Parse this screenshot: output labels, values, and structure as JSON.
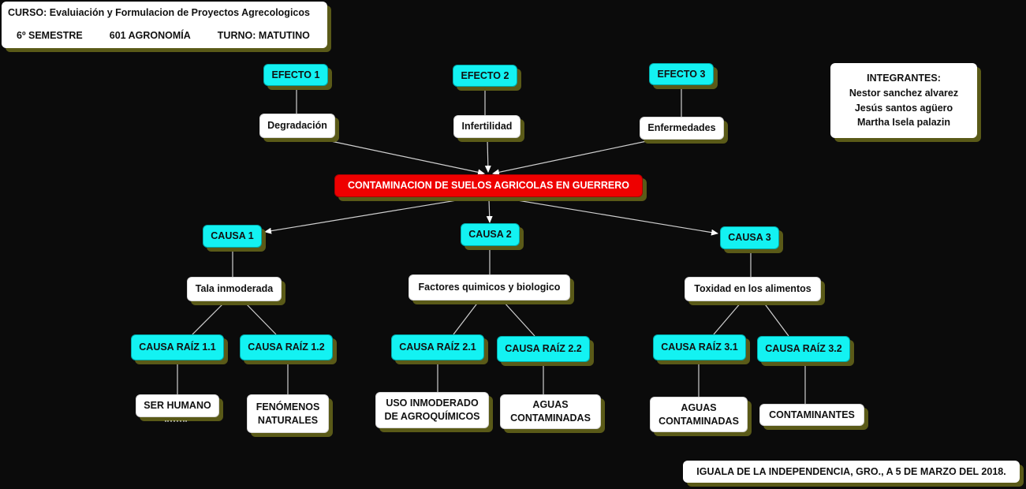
{
  "course": {
    "title": "CURSO: Evaluiación y Formulacion de Proyectos Agrecologicos",
    "semester": "6º SEMESTRE",
    "group": "601 AGRONOMÍA",
    "shift": "TURNO: MATUTINO"
  },
  "team": {
    "heading": "INTEGRANTES:",
    "members": [
      "Nestor sanchez alvarez",
      "Jesús santos agüero",
      "Martha Isela palazin"
    ]
  },
  "problem": "CONTAMINACION DE SUELOS AGRICOLAS EN GUERRERO",
  "effects": [
    {
      "label": "EFECTO 1",
      "desc": "Degradación"
    },
    {
      "label": "EFECTO 2",
      "desc": "Infertilidad"
    },
    {
      "label": "EFECTO 3",
      "desc": "Enfermedades"
    }
  ],
  "causes": [
    {
      "label": "CAUSA 1",
      "desc": "Tala inmoderada",
      "roots": [
        {
          "label": "CAUSA RAÍZ 1.1",
          "desc": "SER HUMANO"
        },
        {
          "label": "CAUSA RAÍZ 1.2",
          "desc_lines": [
            "FENÓMENOS",
            "NATURALES"
          ]
        }
      ]
    },
    {
      "label": "CAUSA 2",
      "desc": "Factores quimicos y biologico",
      "roots": [
        {
          "label": "CAUSA RAÍZ 2.1",
          "desc_lines": [
            "USO INMODERADO",
            "DE AGROQUÍMICOS"
          ]
        },
        {
          "label": "CAUSA RAÍZ 2.2",
          "desc_lines": [
            "AGUAS",
            "CONTAMINADAS"
          ]
        }
      ]
    },
    {
      "label": "CAUSA 3",
      "desc": "Toxidad en los alimentos",
      "roots": [
        {
          "label": "CAUSA RAÍZ 3.1",
          "desc_lines": [
            "AGUAS",
            "CONTAMINADAS"
          ]
        },
        {
          "label": "CAUSA RAÍZ 3.2",
          "desc": "CONTAMINANTES"
        }
      ]
    }
  ],
  "footer": "IGUALA DE LA INDEPENDENCIA, GRO., A 5 DE MARZO DEL 2018.",
  "colors": {
    "background": "#0b0b0b",
    "label_box": "#13f2f2",
    "problem_box": "#ee0000",
    "desc_box": "#ffffff",
    "shadow": "#5a5a18"
  }
}
